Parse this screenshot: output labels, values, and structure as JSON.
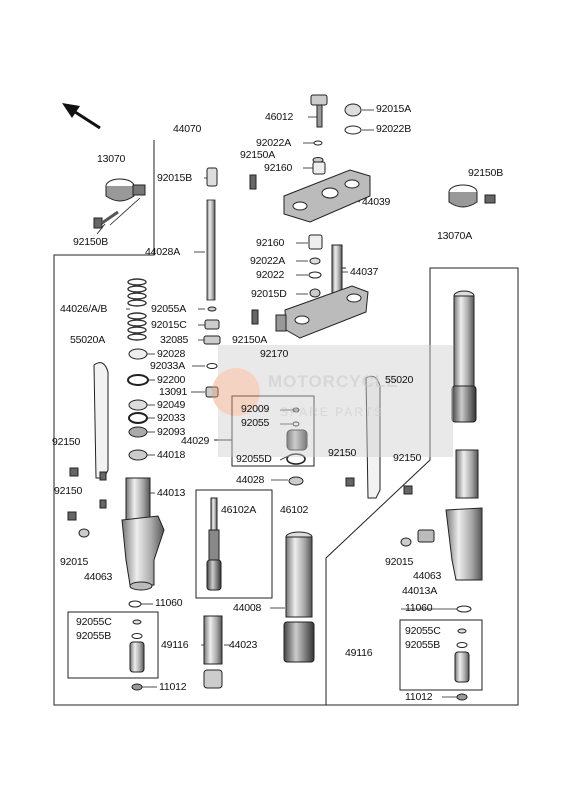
{
  "watermark": {
    "brand": "MOTORCYCLE",
    "sub": "SPARE PARTS"
  },
  "labels": {
    "p44070": "44070",
    "p13070": "13070",
    "p92015B": "92015B",
    "p92150B_l": "92150B",
    "p44028A": "44028A",
    "p44026": "44026/A/B",
    "p92055A": "92055A",
    "p92015C": "92015C",
    "p32085": "32085",
    "p55020A": "55020A",
    "p92028": "92028",
    "p92033A": "92033A",
    "p92200": "92200",
    "p13091": "13091",
    "p92049": "92049",
    "p92033": "92033",
    "p92093": "92093",
    "p44018": "44018",
    "p92150_l": "92150",
    "p92150_l2": "92150",
    "p44013": "44013",
    "p92015_l": "92015",
    "p44063_l": "44063",
    "p11060_l": "11060",
    "p92055C_l": "92055C",
    "p92055B_l": "92055B",
    "p49116_l": "49116",
    "p11012_l": "11012",
    "p46012": "46012",
    "p92015A": "92015A",
    "p92022B": "92022B",
    "p92022A_t": "92022A",
    "p92150A_t": "92150A",
    "p92160_t": "92160",
    "p44039": "44039",
    "p92150B_r": "92150B",
    "p13070A": "13070A",
    "p92160_m": "92160",
    "p92022A_m": "92022A",
    "p92022": "92022",
    "p44037": "44037",
    "p92015D": "92015D",
    "p92150A_m": "92150A",
    "p92170": "92170",
    "p92009": "92009",
    "p92055": "92055",
    "p44029": "44029",
    "p92055D": "92055D",
    "p44028": "44028",
    "p46102A": "46102A",
    "p46102": "46102",
    "p44008": "44008",
    "p44023": "44023",
    "p49116_c": "49116",
    "p55020": "55020",
    "p92150_r": "92150",
    "p92150_r2": "92150",
    "p92015_r": "92015",
    "p44063_r": "44063",
    "p44013A": "44013A",
    "p11060_r": "11060",
    "p92055C_r": "92055C",
    "p92055B_r": "92055B",
    "p49116_r": "49116",
    "p11012_r": "11012"
  }
}
